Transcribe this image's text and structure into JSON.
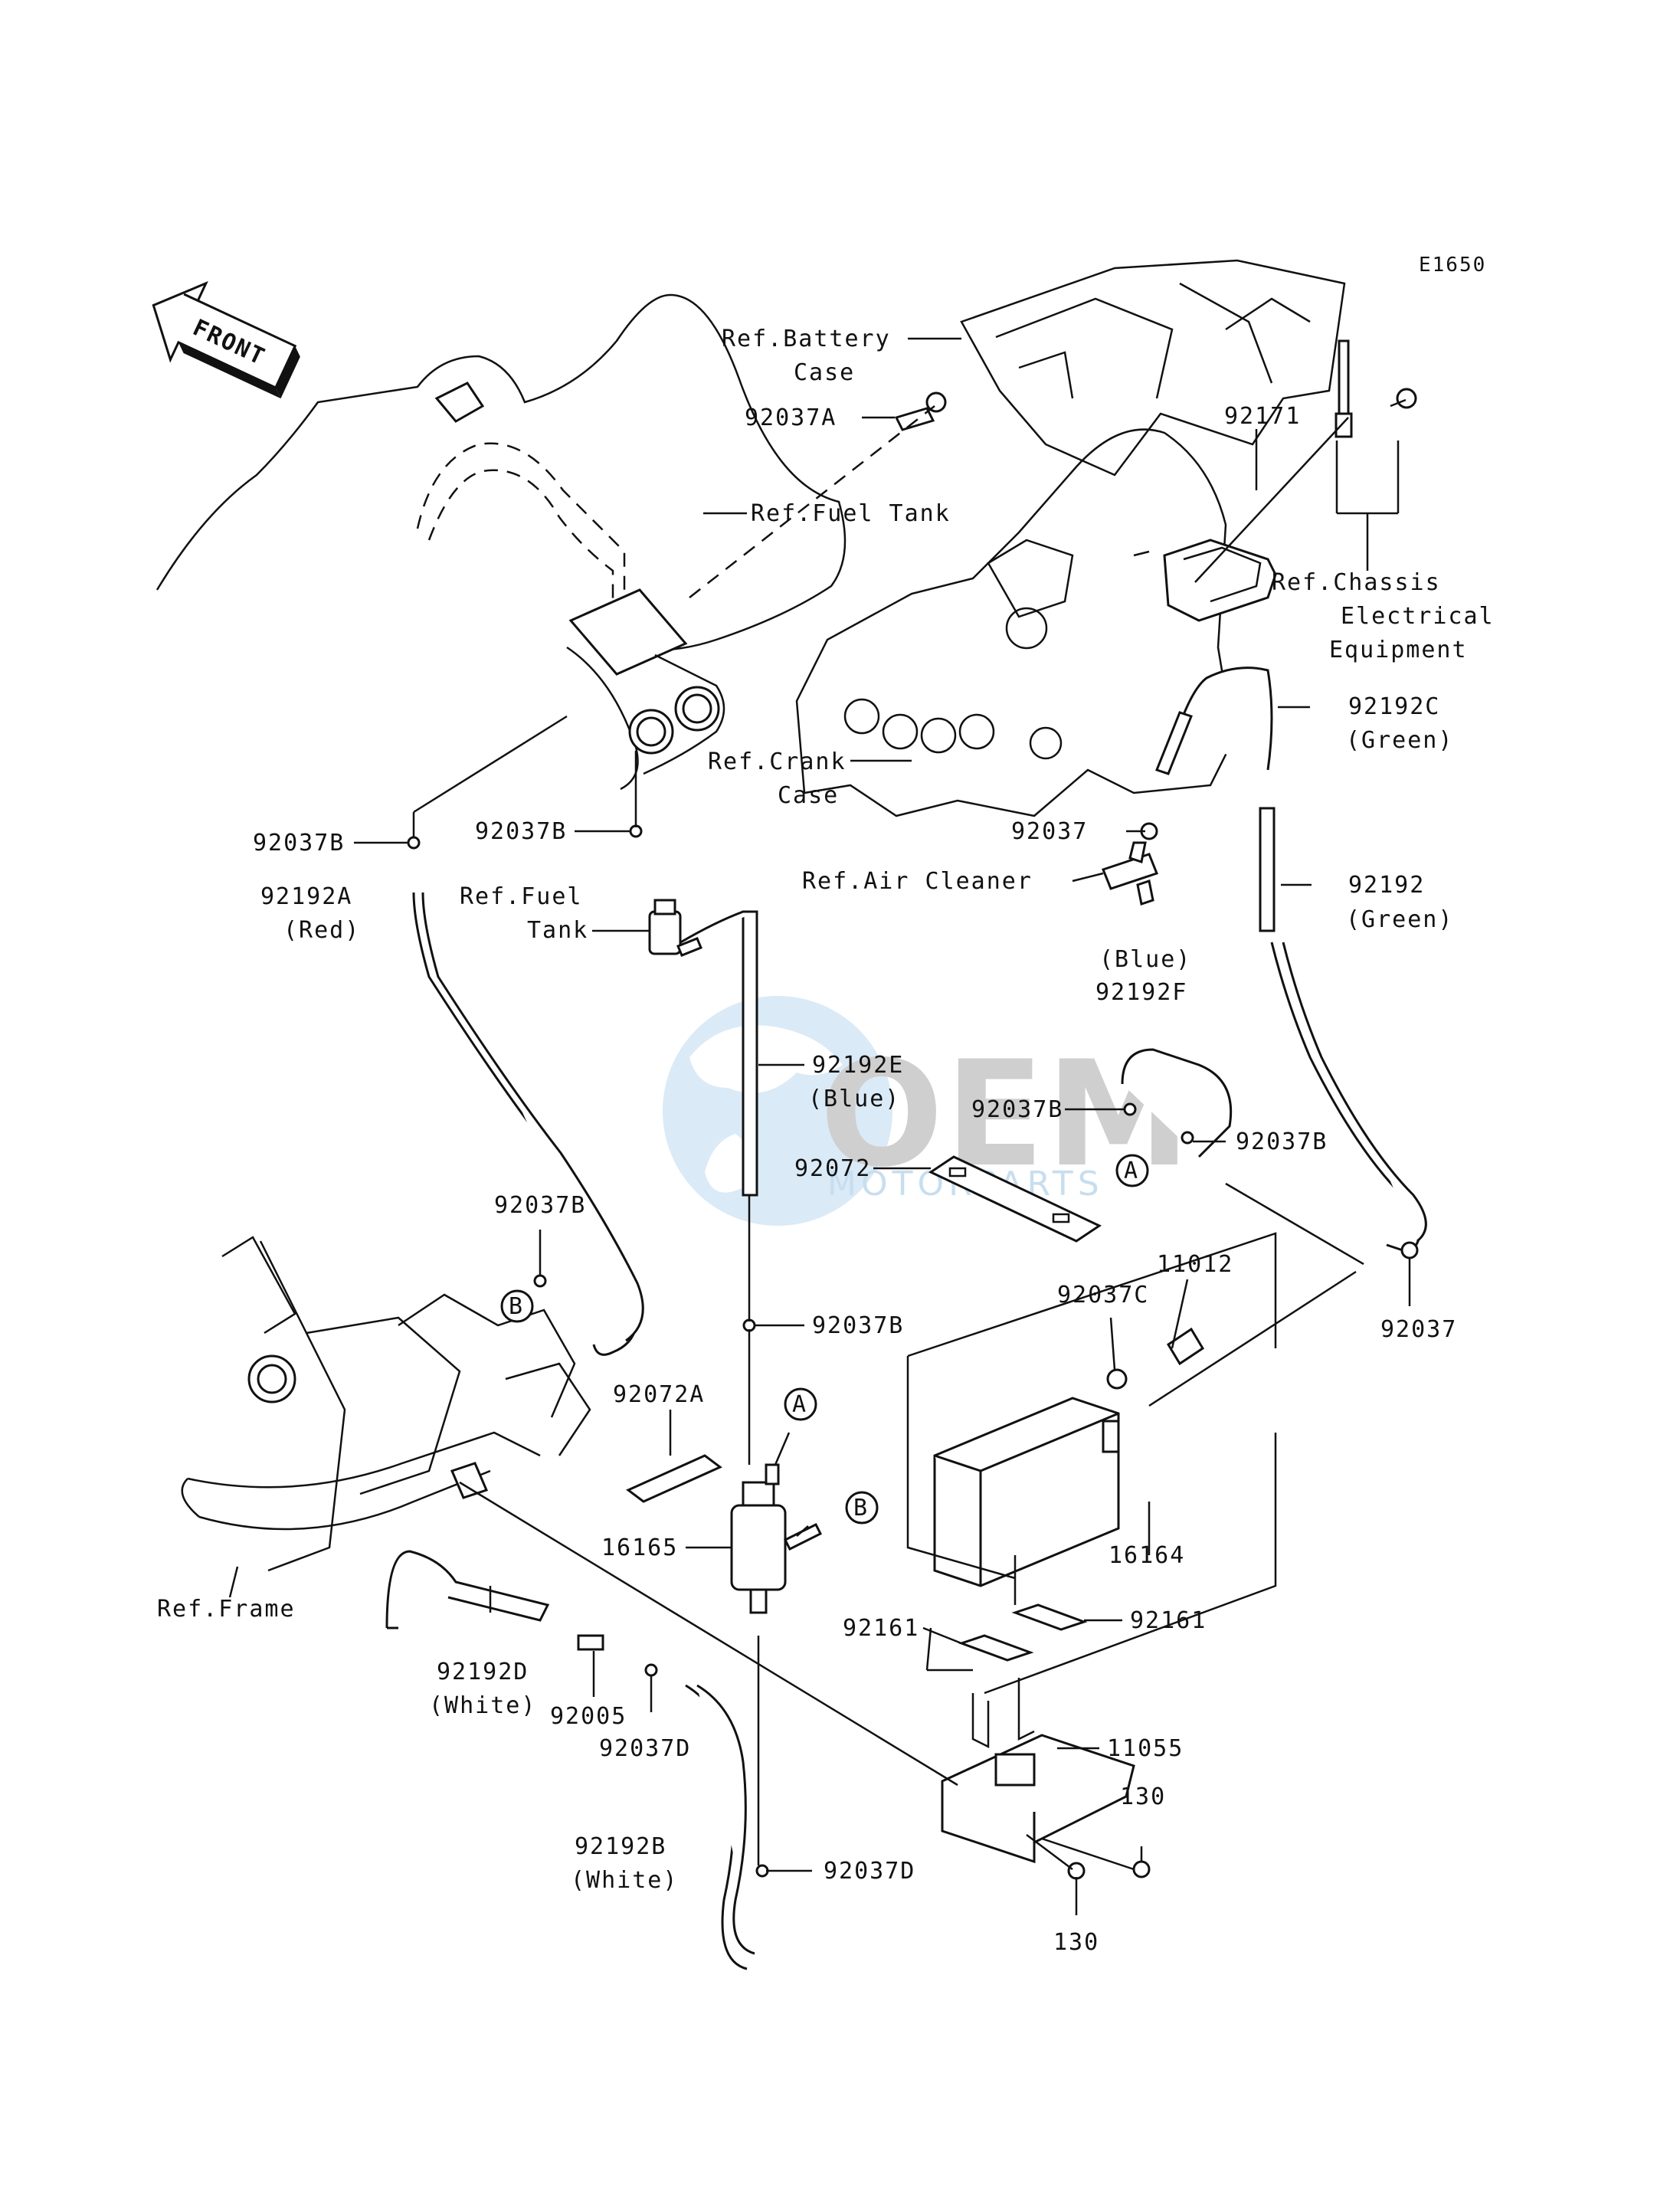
{
  "diagram_code": "E1650",
  "front_label": "FRONT",
  "watermark": {
    "brand": "OEM",
    "sub": "MOTORPARTS"
  },
  "labels": {
    "ref_battery_case": [
      "Ref.Battery",
      "Case"
    ],
    "p92037A": "92037A",
    "ref_fuel_tank_top": "Ref.Fuel Tank",
    "p92171": "92171",
    "ref_chassis": [
      "Ref.Chassis",
      "Electrical",
      "Equipment"
    ],
    "p92192C": [
      "92192C",
      "(Green)"
    ],
    "ref_crank_case": [
      "Ref.Crank",
      "Case"
    ],
    "p92037_mid": "92037",
    "ref_air_cleaner": "Ref.Air Cleaner",
    "p92192": [
      "92192",
      "(Green)"
    ],
    "p92037B_left": "92037B",
    "p92037B_center": "92037B",
    "p92192A": [
      "92192A",
      "(Red)"
    ],
    "ref_fuel_tank_mid": [
      "Ref.Fuel",
      "Tank"
    ],
    "p92192F": [
      "(Blue)",
      "92192F"
    ],
    "p92192E": [
      "92192E",
      "(Blue)"
    ],
    "p92037B_blue": "92037B",
    "p92037B_right": "92037B",
    "p92072": "92072",
    "p92037B_b": "92037B",
    "p11012": "11012",
    "p92037C": "92037C",
    "p92037B_low": "92037B",
    "p92037_right": "92037",
    "p92072A": "92072A",
    "p16165": "16165",
    "p16164": "16164",
    "ref_frame": "Ref.Frame",
    "p92161_left": "92161",
    "p92161_right": "92161",
    "p92192D": [
      "92192D",
      "(White)"
    ],
    "p92005": "92005",
    "p92037D_left": "92037D",
    "p11055": "11055",
    "p130_top": "130",
    "p92192B": [
      "92192B",
      "(White)"
    ],
    "p92037D_right": "92037D",
    "p130_bottom": "130",
    "marker_a": "A",
    "marker_b": "B"
  }
}
